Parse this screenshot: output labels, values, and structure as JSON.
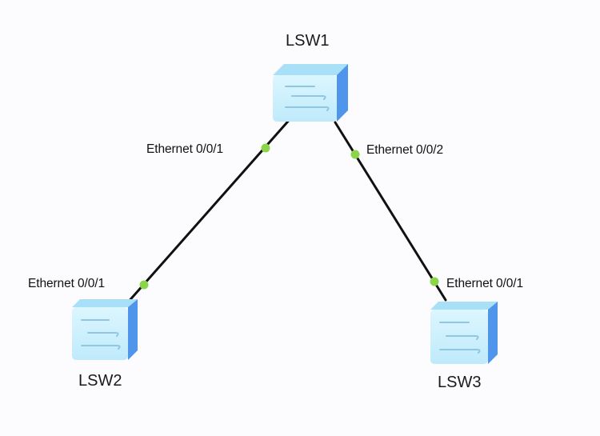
{
  "diagram": {
    "type": "network-topology",
    "colors": {
      "background": "#fcfcfe",
      "link": "#111111",
      "port_dot": "#8cd44a",
      "switch_front": "#d4f3fd",
      "switch_top": "#a8e0f7",
      "switch_side": "#4f95ec",
      "switch_lines": "#8fc6e2"
    },
    "devices": [
      {
        "id": "LSW1",
        "label": "LSW1",
        "kind": "switch",
        "icon": "switch-icon"
      },
      {
        "id": "LSW2",
        "label": "LSW2",
        "kind": "switch",
        "icon": "switch-icon"
      },
      {
        "id": "LSW3",
        "label": "LSW3",
        "kind": "switch",
        "icon": "switch-icon"
      }
    ],
    "links": [
      {
        "from": "LSW1",
        "from_port": "Ethernet 0/0/1",
        "to": "LSW2",
        "to_port": "Ethernet 0/0/1"
      },
      {
        "from": "LSW1",
        "from_port": "Ethernet 0/0/2",
        "to": "LSW3",
        "to_port": "Ethernet 0/0/1"
      }
    ]
  }
}
